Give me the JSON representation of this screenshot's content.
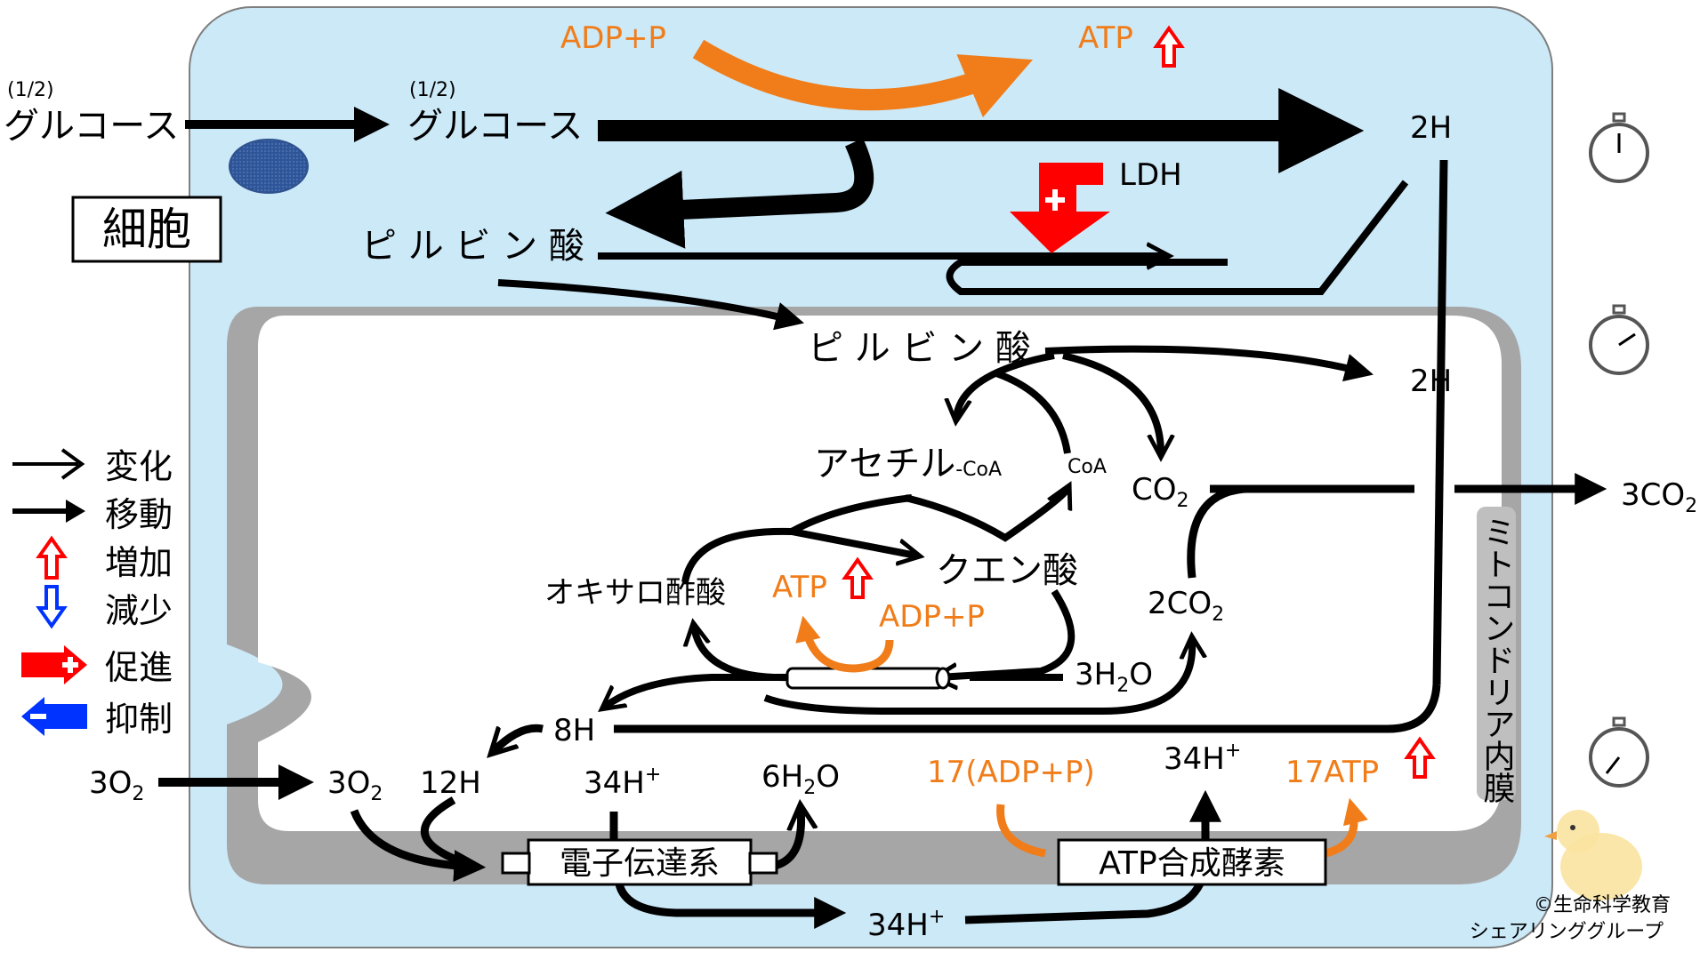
{
  "colors": {
    "cell_fill": "#cce9f8",
    "membrane": "#a6a6a6",
    "orange": "#f07d1a",
    "red": "#ff0000",
    "blue": "#0033ff"
  },
  "cell_label": "細胞",
  "mito_label": "ミトコンドリア内膜",
  "cytoplasm": {
    "glucose_outside": "グルコース",
    "glucose_inside": "グルコース",
    "half_left": "(1/2)",
    "half_right": "(1/2)",
    "adp_p": "ADP+P",
    "atp": "ATP",
    "h2_top": "2H",
    "ldh": "LDH",
    "pyruvate": "ピ ル ビ ン 酸"
  },
  "matrix": {
    "pyruvate": "ピ ル ビ ン 酸",
    "h2": "2H",
    "acetyl": "アセチル",
    "acetyl_suffix": "-CoA",
    "coa": "CoA",
    "co2_base": "CO",
    "co2_sub": "2",
    "co2_out": "3CO",
    "co2_out_sub": "2",
    "citrate": "クエン酸",
    "oxaloacetate": "オキサロ酢酸",
    "atp": "ATP",
    "adp_p": "ADP+P",
    "co2_2_base": "2CO",
    "co2_2_sub": "2",
    "h2o_3_pre": "3H",
    "h2o_3_sub": "2",
    "h2o_3_post": "O",
    "h8": "8H",
    "h12": "12H",
    "o2_in_pre": "3O",
    "o2_in_sub": "2",
    "o2_pre": "3O",
    "o2_sub": "2",
    "h34_left": "34H",
    "h34_sup": "+",
    "h2o_6_pre": "6H",
    "h2o_6_sub": "2",
    "h2o_6_post": "O",
    "adp17": "17(ADP+P)",
    "h34_right": "34H",
    "atp17": "17ATP",
    "etc": "電子伝達系",
    "atp_synthase": "ATP合成酵素",
    "h34_bottom": "34H"
  },
  "legend": {
    "change": "変化",
    "move": "移動",
    "increase": "増加",
    "decrease": "減少",
    "promote": "促進",
    "inhibit": "抑制"
  },
  "credit": {
    "line1": "©生命科学教育",
    "line2": "シェアリンググループ"
  },
  "icons": [
    "stopwatch-icon",
    "chick-icon"
  ]
}
